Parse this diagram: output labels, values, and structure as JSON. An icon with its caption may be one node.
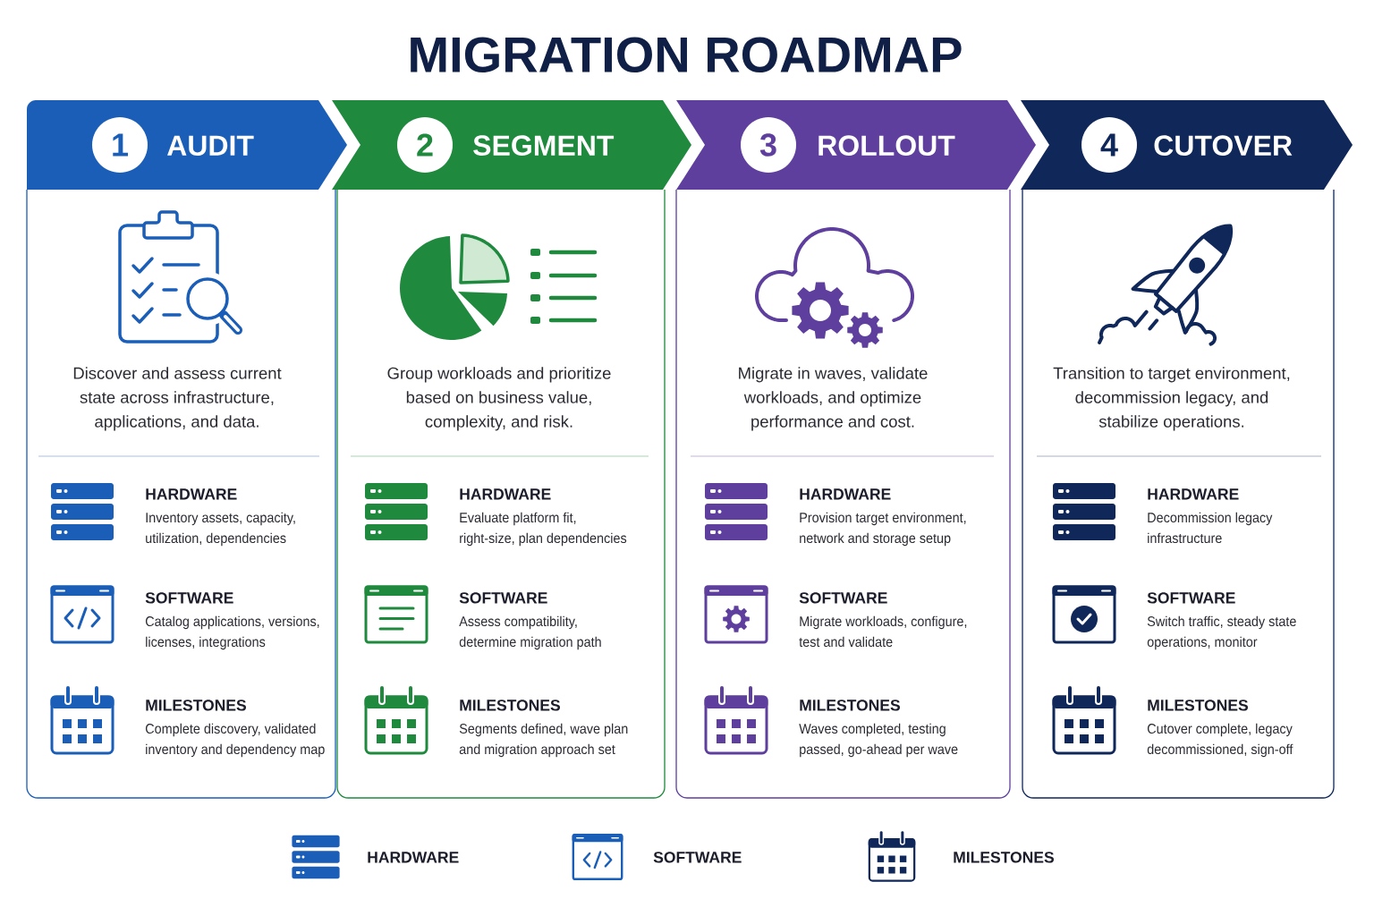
{
  "diagram": {
    "title": "MIGRATION ROADMAP",
    "nodes": [
      {
        "text": [
          "AUDIT"
        ]
      },
      {
        "text": [
          "1"
        ],
        "in": 0
      },
      {
        "text": [
          "Discover and assess current state across infrastructure, applications, and data.",
          "HARDWARE",
          "Inventory assets, capacity, utilization, dependencies",
          "SOFTWARE",
          "Catalog applications, versions, licenses, integrations",
          "MILESTONES",
          "Complete discovery, validated inventory and dependency map"
        ]
      },
      {
        "text": [
          "SEGMENT"
        ]
      },
      {
        "text": [
          "2"
        ],
        "in": 3
      },
      {
        "text": [
          "Group workloads and prioritize based on business value, complexity, and risk.",
          "HARDWARE",
          "Evaluate platform fit, right-size, plan dependencies",
          "SOFTWARE",
          "Assess compatibility, determine migration path",
          "MILESTONES",
          "Segments defined, wave plan and migration approach set"
        ]
      },
      {
        "text": [
          "ROLLOUT"
        ]
      },
      {
        "text": [
          "3"
        ],
        "in": 6
      },
      {
        "text": [
          "Migrate in waves, validate workloads, and optimize performance and cost.",
          "HARDWARE",
          "Provision target environment, network and storage setup",
          "SOFTWARE",
          "Migrate workloads, configure, test and validate",
          "MILESTONES",
          "Waves completed, testing passed, go-ahead per wave"
        ]
      },
      {
        "text": [
          "CUTOVER"
        ]
      },
      {
        "text": [
          "4"
        ],
        "in": 9
      },
      {
        "text": [
          "Transition to target environment, decommission legacy, and stabilize operations.",
          "HARDWARE",
          "Decommission legacy infrastructure",
          "SOFTWARE",
          "Switch traffic, steady state operations, monitor",
          "MILESTONES",
          "Cutover complete, legacy decommissioned, sign-off"
        ]
      }
    ],
    "legend": [
      {
        "text": "HARDWARE"
      },
      {
        "text": "SOFTWARE"
      },
      {
        "text": "MILESTONES"
      }
    ]
  }
}
